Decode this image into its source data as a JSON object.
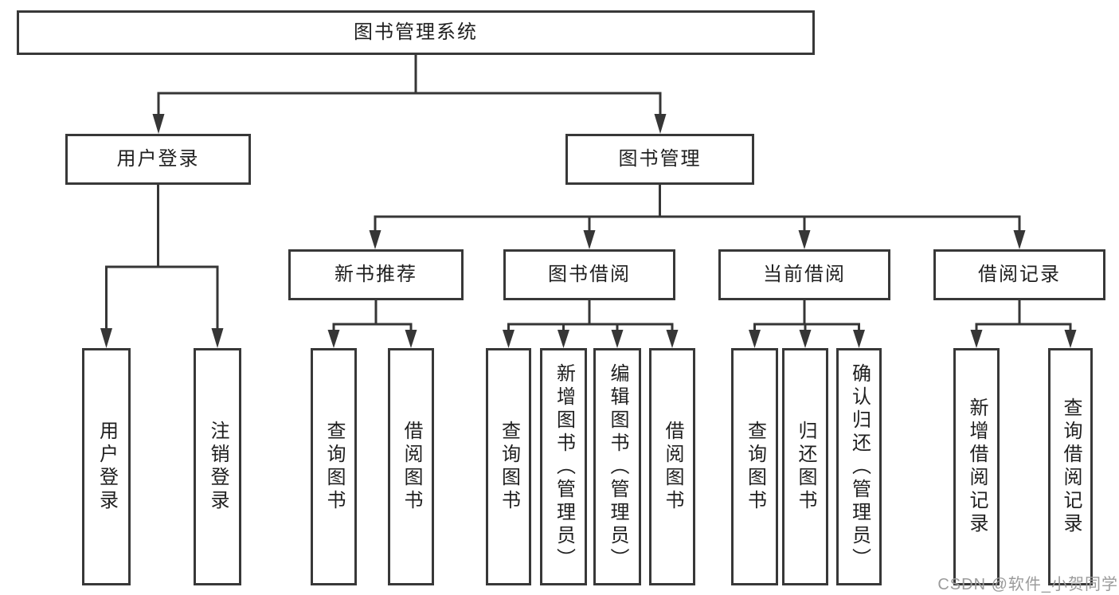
{
  "title": "图书管理系统",
  "tree": {
    "root": "图书管理系统",
    "branches": [
      {
        "label": "用户登录",
        "children": [
          "用户登录",
          "注销登录"
        ]
      },
      {
        "label": "图书管理",
        "children": [
          {
            "label": "新书推荐",
            "children": [
              "查询图书",
              "借阅图书"
            ]
          },
          {
            "label": "图书借阅",
            "children": [
              "查询图书",
              "新增图书（管理员）",
              "编辑图书（管理员）",
              "借阅图书"
            ]
          },
          {
            "label": "当前借阅",
            "children": [
              "查询图书",
              "归还图书",
              "确认归还（管理员）"
            ]
          },
          {
            "label": "借阅记录",
            "children": [
              "新增借阅记录",
              "查询借阅记录"
            ]
          }
        ]
      }
    ]
  },
  "watermark": {
    "text": "CSDN @软件_小贺同学"
  },
  "colors": {
    "line": "#363636",
    "box_border": "#383838",
    "text": "#1f1f1f",
    "watermark": "#9b9b9b",
    "background": "#ffffff"
  }
}
